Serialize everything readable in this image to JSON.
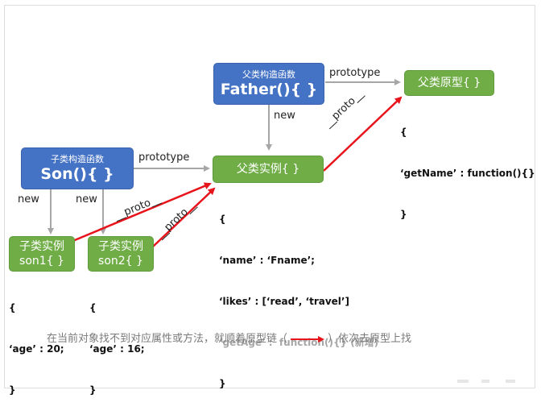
{
  "nodes": {
    "father": {
      "subtitle": "父类构造函数",
      "title": "Father(){ }"
    },
    "father_proto": {
      "title": "父类原型{ }"
    },
    "son": {
      "subtitle": "子类构造函数",
      "title": "Son(){ }"
    },
    "father_instance": {
      "title": "父类实例{ }"
    },
    "son1": {
      "line1": "子类实例",
      "line2": "son1{ }"
    },
    "son2": {
      "line1": "子类实例",
      "line2": "son2{ }"
    }
  },
  "edge_labels": {
    "father_prototype": "prototype",
    "son_prototype": "prototype",
    "father_new": "new",
    "son1_new": "new",
    "son2_new": "new",
    "proto_instance": "__proto__",
    "proto_son1": "__proto__",
    "proto_son2": "__proto__"
  },
  "code": {
    "father_proto": [
      "{",
      "‘getName’ : function(){}",
      "}"
    ],
    "father_instance": {
      "open": "{",
      "name": "‘name’ : ‘Fname’;",
      "likes": "‘likes’ : [‘read’, ‘travel’]",
      "getAge": "‘getAge’ :  function(){} (新增)",
      "close": "}"
    },
    "son1": [
      "{",
      "‘age’ : 20;",
      "}"
    ],
    "son2": [
      "{",
      "‘age’ : 16;",
      "}"
    ]
  },
  "footer": {
    "before": "在当前对象找不到对应属性或方法，就顺着原型链（",
    "after": "）依次去原型上找"
  },
  "colors": {
    "blue": "#4472c4",
    "green": "#70ad47",
    "gray_arrow": "#a6a6a6",
    "red_arrow": "#e8141c"
  }
}
